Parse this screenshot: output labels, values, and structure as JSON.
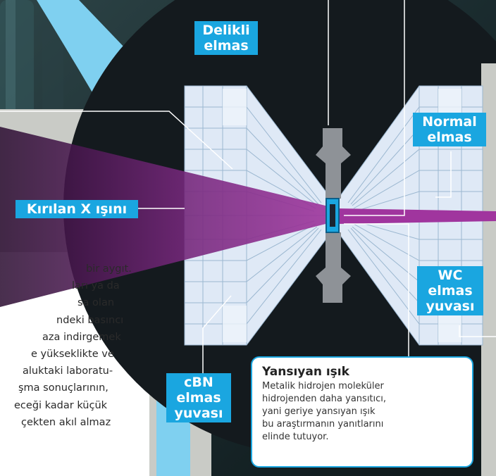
{
  "labels": {
    "holed_diamond": [
      "Delikli",
      "elmas"
    ],
    "normal_diamond": [
      "Normal",
      "elmas"
    ],
    "wc_seat": [
      "WC",
      "elmas",
      "yuvası"
    ],
    "cbn_seat": [
      "cBN",
      "elmas",
      "yuvası"
    ],
    "xray": "Kırılan X ışını"
  },
  "body_text": [
    "bir aygıt.",
    "ları ya da",
    "sa olan",
    "ndeki basıncı",
    "aza indirgemek",
    "e yükseklikte ve",
    "aluktaki laboratu-",
    "şma sonuçlarının,",
    "eceği kadar küçük",
    "çekten akıl almaz"
  ],
  "callout": {
    "title": "Yansıyan ışık",
    "lines": [
      "Metalik hidrojen moleküler",
      "hidrojenden daha yansıtıcı,",
      "yani geriye yansıyan ışık",
      "bu araştırmanın yanıtlarını",
      "elinde tutuyor."
    ]
  },
  "colors": {
    "accent": "#1aa6e0",
    "beam": "#8a2c8c",
    "dark_background": "#141a1e",
    "panel_gray": "#c9cbc6"
  }
}
